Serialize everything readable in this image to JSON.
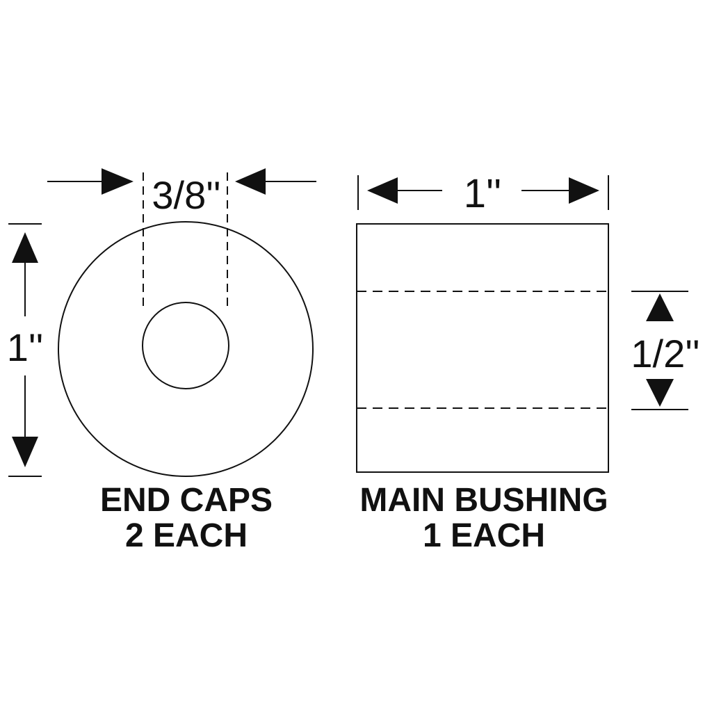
{
  "end_caps": {
    "bore_dimension": "3/8''",
    "outer_dimension": "1''",
    "caption_line1": "END CAPS",
    "caption_line2": "2 EACH"
  },
  "main_bushing": {
    "length_dimension": "1''",
    "bore_dimension": "1/2''",
    "caption_line1": "MAIN BUSHING",
    "caption_line2": "1 EACH"
  },
  "colors": {
    "ink": "#111111",
    "background": "#ffffff"
  }
}
